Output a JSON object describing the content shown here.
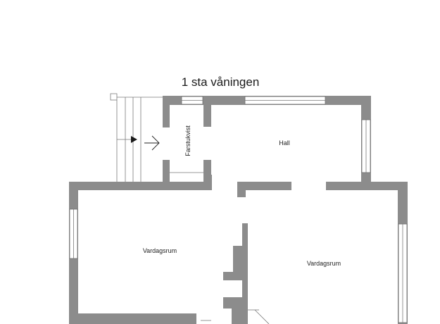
{
  "title": "1 sta våningen",
  "rooms": {
    "farstukvist": "Farstukvist",
    "hall": "Hall",
    "vardagsrum_left": "Vardagsrum",
    "vardagsrum_right": "Vardagsrum"
  },
  "colors": {
    "wall": "#8c8c8c",
    "window_frame": "#6e6e6e",
    "line": "#7a7a7a",
    "background": "#ffffff"
  },
  "icons": {
    "entry_arrow": "arrow-right-icon",
    "stairs": "stairs-icon"
  }
}
